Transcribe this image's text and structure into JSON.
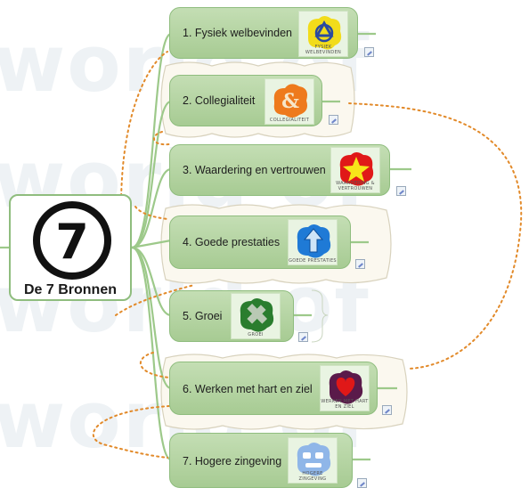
{
  "watermark": "world of",
  "central": {
    "number": "7",
    "title": "De 7 Bronnen"
  },
  "nodes": [
    {
      "label": "1. Fysiek welbevinden",
      "caption": "FYSIEK WELBEVINDEN",
      "icon": "recycle-icon",
      "color": "#f2dc1a"
    },
    {
      "label": "2. Collegialiteit",
      "caption": "COLLEGIALITEIT",
      "icon": "ampersand-icon",
      "color": "#ee7a1c"
    },
    {
      "label": "3. Waardering en vertrouwen",
      "caption": "WAARDERING & VERTROUWEN",
      "icon": "star-icon",
      "color": "#e01818"
    },
    {
      "label": "4. Goede prestaties",
      "caption": "GOEDE PRESTATIES",
      "icon": "up-arrow-icon",
      "color": "#1f7ad6"
    },
    {
      "label": "5. Groei",
      "caption": "GROEI",
      "icon": "puzzle-icon",
      "color": "#2a7d2e"
    },
    {
      "label": "6. Werken met hart en ziel",
      "caption": "WERKEN MET HART EN ZIEL",
      "icon": "heart-icon",
      "color": "#5a1a4a"
    },
    {
      "label": "7. Hogere zingeving",
      "caption": "HOGERE ZINGEVING",
      "icon": "speech-icon",
      "color": "#8fb6e8"
    }
  ]
}
